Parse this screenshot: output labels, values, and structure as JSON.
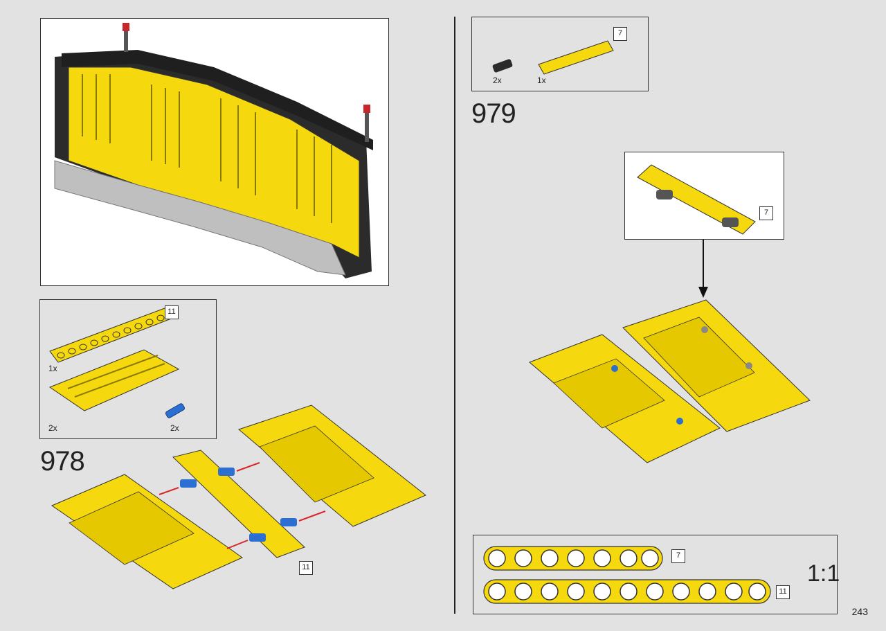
{
  "page_number": "243",
  "steps": {
    "s978": {
      "number": "978",
      "parts": [
        {
          "qty": "1x",
          "length": "11"
        },
        {
          "qty": "2x"
        },
        {
          "qty": "2x"
        }
      ],
      "callout_length": "11"
    },
    "s979": {
      "number": "979",
      "parts": [
        {
          "qty": "2x"
        },
        {
          "qty": "1x",
          "length": "7"
        }
      ],
      "sub_length": "7"
    }
  },
  "scale": {
    "label": "1:1",
    "beams": [
      {
        "length": "7",
        "holes": 7
      },
      {
        "length": "11",
        "holes": 11
      }
    ]
  },
  "colors": {
    "yellow": "#f5d80e",
    "blue": "#2a6fd1",
    "red_arrow": "#d8262b",
    "black_frame": "#2b2b2b"
  }
}
